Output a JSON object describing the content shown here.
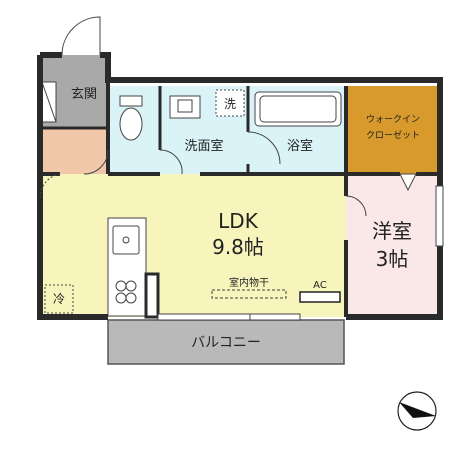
{
  "rooms": {
    "entrance": "玄関",
    "washer": "洗",
    "washroom": "洗面室",
    "bath": "浴室",
    "closet_line1": "ウォークイン",
    "closet_line2": "クローゼット",
    "ldk_name": "LDK",
    "ldk_size": "9.8帖",
    "western_name": "洋室",
    "western_size": "3帖",
    "fridge": "冷",
    "drying": "室内物干",
    "ac": "AC",
    "balcony": "バルコニー"
  },
  "colors": {
    "wall": "#2a2a2a",
    "ldk": "#f7f5bc",
    "wet": "#d9f3f6",
    "closet": "#d89a2c",
    "western": "#fae8e8",
    "entrance": "#a9a9a9",
    "entry_hall": "#f0c7a9",
    "balcony": "#b9b9b9"
  },
  "compass": {
    "icon": "north-arrow-icon"
  }
}
